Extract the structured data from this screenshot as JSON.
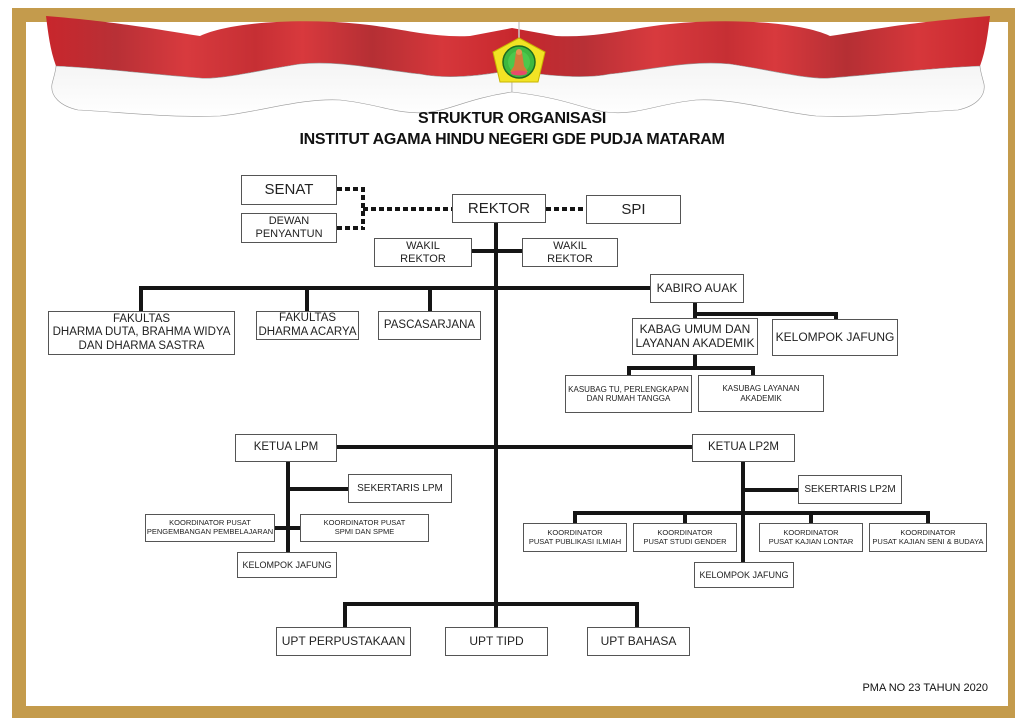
{
  "header": {
    "title_line1": "STRUKTUR ORGANISASI",
    "title_line2": "INSTITUT AGAMA HINDU NEGERI GDE PUDJA MATARAM"
  },
  "colors": {
    "frame": "#c49b4c",
    "flag_red": "#d12f35",
    "flag_white": "#ffffff",
    "logo_yellow": "#f2e324",
    "logo_green": "#3fb83f"
  },
  "nodes": {
    "senat": "SENAT",
    "dewan_penyantun_1": "DEWAN",
    "dewan_penyantun_2": "PENYANTUN",
    "rektor": "REKTOR",
    "spi": "SPI",
    "wakil_rektor_left_1": "WAKIL",
    "wakil_rektor_left_2": "REKTOR",
    "wakil_rektor_right_1": "WAKIL",
    "wakil_rektor_right_2": "REKTOR",
    "fakultas_1_l1": "FAKULTAS",
    "fakultas_1_l2": "DHARMA DUTA, BRAHMA WIDYA",
    "fakultas_1_l3": "DAN DHARMA SASTRA",
    "fakultas_2_l1": "FAKULTAS",
    "fakultas_2_l2": "DHARMA ACARYA",
    "pascasarjana": "PASCASARJANA",
    "kabiro_auak": "KABIRO AUAK",
    "kabag_l1": "KABAG UMUM DAN",
    "kabag_l2": "LAYANAN AKADEMIK",
    "kelompok_jafung_auak": "KELOMPOK JAFUNG",
    "kasubag_tu_l1": "KASUBAG TU, PERLENGKAPAN",
    "kasubag_tu_l2": "DAN RUMAH TANGGA",
    "kasubag_layanan_l1": "KASUBAG LAYANAN",
    "kasubag_layanan_l2": "AKADEMIK",
    "ketua_lpm": "KETUA LPM",
    "sekertaris_lpm": "SEKERTARIS LPM",
    "koord_pembelajaran_l1": "KOORDINATOR PUSAT",
    "koord_pembelajaran_l2": "PENGEMBANGAN PEMBELAJARAN",
    "koord_spmi_l1": "KOORDINATOR PUSAT",
    "koord_spmi_l2": "SPMI DAN SPME",
    "kelompok_jafung_lpm": "KELOMPOK JAFUNG",
    "ketua_lp2m": "KETUA LP2M",
    "sekertaris_lp2m": "SEKERTARIS LP2M",
    "koord_publikasi_l1": "KOORDINATOR",
    "koord_publikasi_l2": "PUSAT PUBLIKASI ILMIAH",
    "koord_gender_l1": "KOORDINATOR",
    "koord_gender_l2": "PUSAT STUDI GENDER",
    "koord_lontar_l1": "KOORDINATOR",
    "koord_lontar_l2": "PUSAT KAJIAN LONTAR",
    "koord_seni_l1": "KOORDINATOR",
    "koord_seni_l2": "PUSAT KAJIAN SENI & BUDAYA",
    "kelompok_jafung_lp2m": "KELOMPOK JAFUNG",
    "upt_perpustakaan": "UPT PERPUSTAKAAN",
    "upt_tipd": "UPT TIPD",
    "upt_bahasa": "UPT BAHASA"
  },
  "footer": {
    "regulation": "PMA NO 23 TAHUN 2020"
  }
}
